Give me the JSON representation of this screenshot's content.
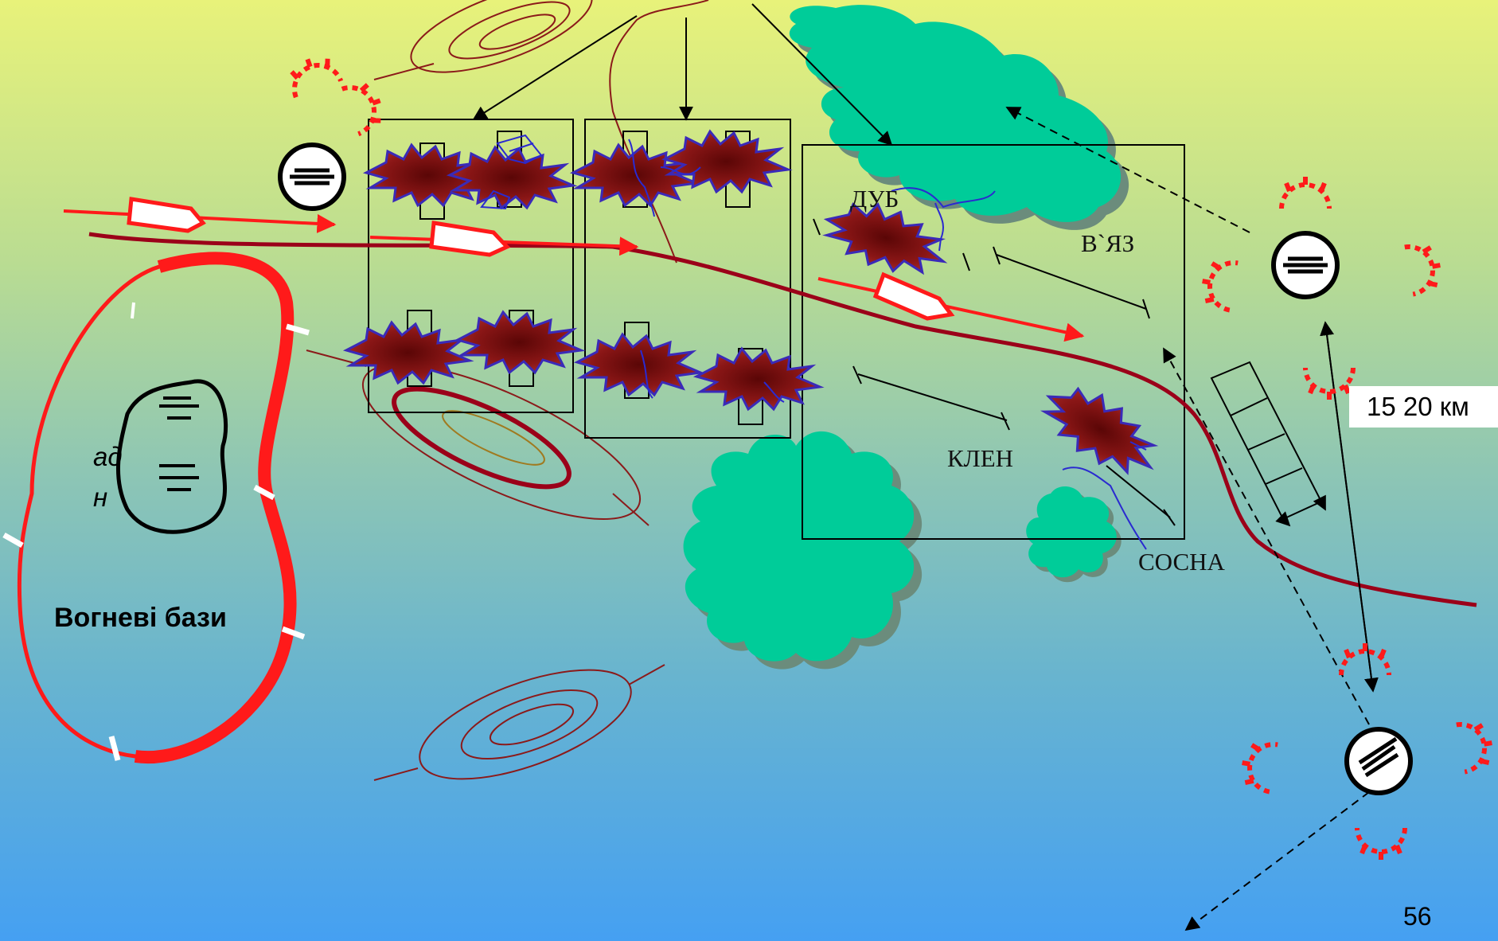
{
  "labels": {
    "bases": "Вогневі бази",
    "distance": "15 20 км",
    "page_number": "56",
    "ad": "ад",
    "n": "н",
    "oak": "ДУБ",
    "elm": "В`ЯЗ",
    "maple": "КЛЕН",
    "pine": "СОСНА"
  },
  "colors": {
    "route": "#9b0019",
    "arrow": "#ff1a1a",
    "forest": "#00cc99",
    "forest_shadow": "#6b8c7c",
    "blast_core": "#7a0a0a",
    "blast_edge": "#3a2ab8",
    "contour": "#8b1a1a",
    "battery": "#ff1a1a"
  },
  "icons": [
    "battery-position-icon",
    "blast-target-icon",
    "forest-icon",
    "arrow-icon",
    "contour-icon"
  ]
}
